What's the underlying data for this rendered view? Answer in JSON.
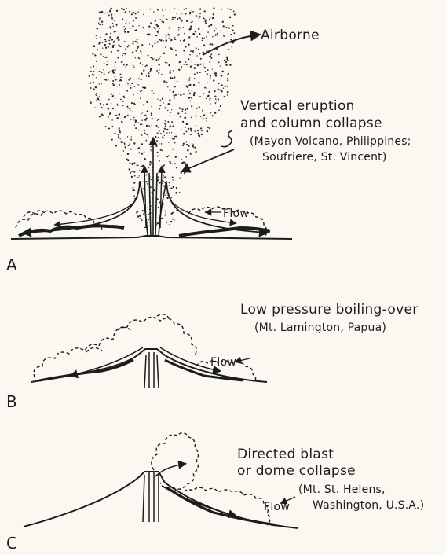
{
  "diagram": {
    "panels": [
      {
        "letter": "A",
        "airborne_label": "Airborne",
        "title_line1": "Vertical eruption",
        "title_line2": "and column collapse",
        "examples_line1": "(Mayon Volcano, Philippines;",
        "examples_line2": "Soufriere, St. Vincent)",
        "flow_label": "Flow"
      },
      {
        "letter": "B",
        "title_line1": "Low pressure boiling-over",
        "examples_line1": "(Mt. Lamington, Papua)",
        "flow_label": "Flow"
      },
      {
        "letter": "C",
        "title_line1": "Directed blast",
        "title_line2": "or dome collapse",
        "examples_line1": "(Mt. St. Helens,",
        "examples_line2": "Washington, U.S.A.)",
        "flow_label": "Flow"
      }
    ],
    "colors": {
      "ink": "#1c1c1c",
      "paper": "#fbf8f2"
    }
  }
}
